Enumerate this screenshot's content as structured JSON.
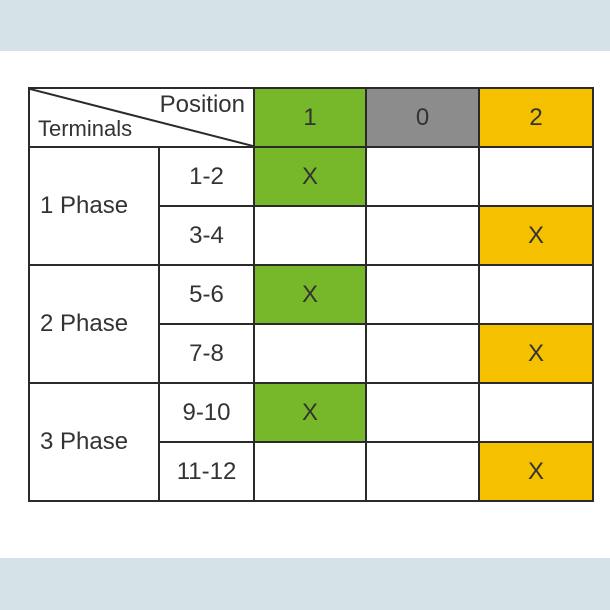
{
  "header": {
    "position_label": "Position",
    "terminals_label": "Terminals"
  },
  "positions": [
    {
      "label": "1",
      "color": "#77b82a"
    },
    {
      "label": "0",
      "color": "#8c8c8c"
    },
    {
      "label": "2",
      "color": "#f5c000"
    }
  ],
  "groups": [
    {
      "label": "1 Phase",
      "rows": [
        {
          "terminals": "1-2",
          "marks": [
            "X",
            "",
            ""
          ]
        },
        {
          "terminals": "3-4",
          "marks": [
            "",
            "",
            "X"
          ]
        }
      ]
    },
    {
      "label": "2 Phase",
      "rows": [
        {
          "terminals": "5-6",
          "marks": [
            "X",
            "",
            ""
          ]
        },
        {
          "terminals": "7-8",
          "marks": [
            "",
            "",
            "X"
          ]
        }
      ]
    },
    {
      "label": "3 Phase",
      "rows": [
        {
          "terminals": "9-10",
          "marks": [
            "X",
            "",
            ""
          ]
        },
        {
          "terminals": "11-12",
          "marks": [
            "",
            "",
            "X"
          ]
        }
      ]
    }
  ],
  "colors": {
    "band": "#d4e1e6",
    "border": "#2a2a2a"
  }
}
